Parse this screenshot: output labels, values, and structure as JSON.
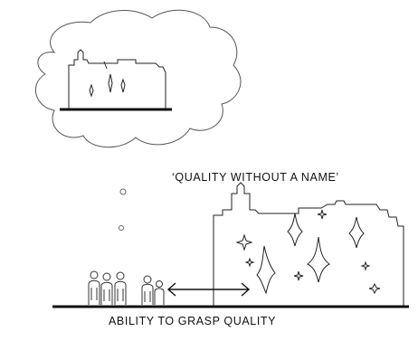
{
  "labels": {
    "top": "‘QUALITY WITHOUT A NAME’",
    "bottom": "ABILITY TO GRASP QUALITY"
  },
  "colors": {
    "ink": "#111111",
    "line": "#333333",
    "background": "#ffffff"
  },
  "icons": {
    "thought_bubble": "cloud",
    "building": "church-facade",
    "sparkles": "four-point-star",
    "people": "human-figures",
    "arrow": "double-headed-arrow"
  }
}
